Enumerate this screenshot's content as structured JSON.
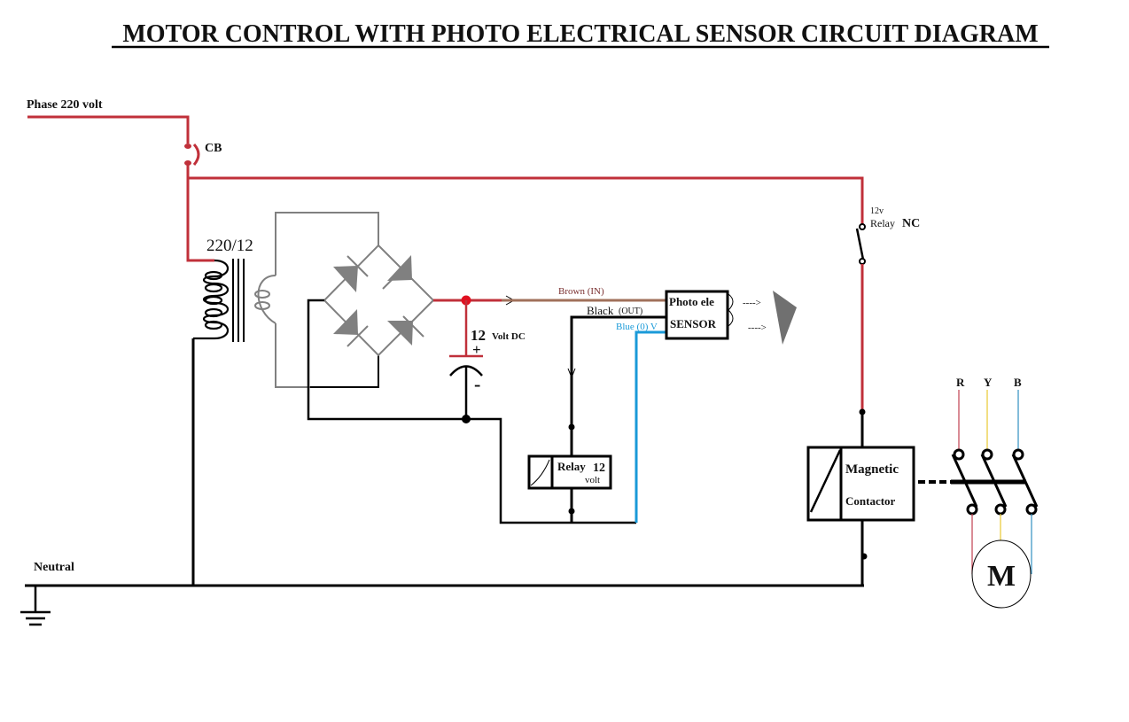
{
  "title": "MOTOR CONTROL WITH PHOTO ELECTRICAL SENSOR CIRCUIT DIAGRAM",
  "labels": {
    "phase": "Phase 220 volt",
    "cb": "CB",
    "transformer_ratio": "220/12",
    "dc_voltage_num": "12",
    "dc_voltage_unit": "Volt DC",
    "cap_plus": "+",
    "cap_minus": "-",
    "brown_wire": "Brown  (IN)",
    "black_wire": "Black",
    "black_wire_out": "(OUT)",
    "blue_wire": "Blue (0) V",
    "sensor_line1": "Photo ele",
    "sensor_line2": "SENSOR",
    "sensor_arrow": "---->",
    "relay_coil_label": "Relay",
    "relay_coil_num": "12",
    "relay_coil_unit": "volt",
    "relay_nc_voltage": "12v",
    "relay_nc_label": "Relay",
    "relay_nc_type": "NC",
    "contactor_line1": "Magnetic",
    "contactor_line2": "Contactor",
    "phase_r": "R",
    "phase_y": "Y",
    "phase_b": "B",
    "motor": "M",
    "neutral": "Neutral"
  },
  "colors": {
    "phase_wire": "#c0303a",
    "dc_positive": "#e01020",
    "brown_wire": "#a0705a",
    "blue_wire": "#1a9ad8",
    "black_wire": "#000000",
    "secondary_gray": "#808080",
    "r_wire": "#c04050",
    "y_wire": "#e8c830",
    "b_wire": "#3090c0"
  }
}
